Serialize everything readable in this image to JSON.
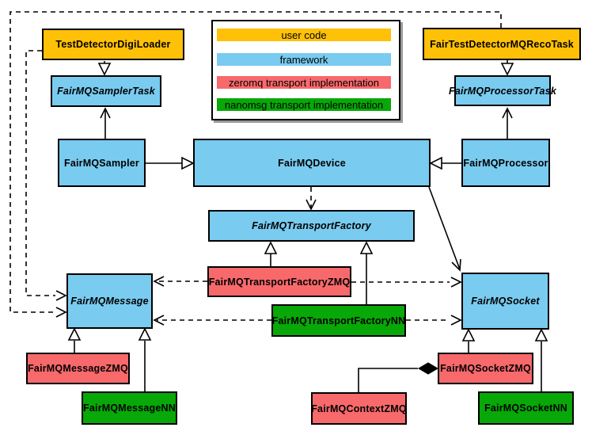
{
  "colors": {
    "user_code": "#FFC107",
    "framework": "#79CBF0",
    "zeromq_impl": "#F8696C",
    "nanomsg_impl": "#07A807",
    "line": "#000000",
    "background": "#FFFFFF"
  },
  "legend": {
    "items": [
      {
        "label": "user code",
        "color": "#FFC107"
      },
      {
        "label": "framework",
        "color": "#79CBF0"
      },
      {
        "label": "zeromq transport implementation",
        "color": "#F8696C"
      },
      {
        "label": "nanomsg transport implementation",
        "color": "#07A807"
      }
    ]
  },
  "nodes": {
    "testDetectorDigiLoader": {
      "label": "TestDetectorDigiLoader",
      "category": "user code",
      "abstract": false
    },
    "fairTestDetectorMQRecoTask": {
      "label": "FairTestDetectorMQRecoTask",
      "category": "user code",
      "abstract": false
    },
    "fairMQSamplerTask": {
      "label": "FairMQSamplerTask",
      "category": "framework",
      "abstract": true
    },
    "fairMQProcessorTask": {
      "label": "FairMQProcessorTask",
      "category": "framework",
      "abstract": true
    },
    "fairMQSampler": {
      "label": "FairMQSampler",
      "category": "framework",
      "abstract": false
    },
    "fairMQDevice": {
      "label": "FairMQDevice",
      "category": "framework",
      "abstract": false
    },
    "fairMQProcessor": {
      "label": "FairMQProcessor",
      "category": "framework",
      "abstract": false
    },
    "fairMQTransportFactory": {
      "label": "FairMQTransportFactory",
      "category": "framework",
      "abstract": true
    },
    "fairMQTransportFactoryZMQ": {
      "label": "FairMQTransportFactoryZMQ",
      "category": "zeromq transport implementation",
      "abstract": false
    },
    "fairMQTransportFactoryNN": {
      "label": "FairMQTransportFactoryNN",
      "category": "nanomsg transport implementation",
      "abstract": false
    },
    "fairMQMessage": {
      "label": "FairMQMessage",
      "category": "framework",
      "abstract": true
    },
    "fairMQSocket": {
      "label": "FairMQSocket",
      "category": "framework",
      "abstract": true
    },
    "fairMQMessageZMQ": {
      "label": "FairMQMessageZMQ",
      "category": "zeromq transport implementation",
      "abstract": false
    },
    "fairMQMessageNN": {
      "label": "FairMQMessageNN",
      "category": "nanomsg transport implementation",
      "abstract": false
    },
    "fairMQSocketZMQ": {
      "label": "FairMQSocketZMQ",
      "category": "zeromq transport implementation",
      "abstract": false
    },
    "fairMQSocketNN": {
      "label": "FairMQSocketNN",
      "category": "nanomsg transport implementation",
      "abstract": false
    },
    "fairMQContextZMQ": {
      "label": "FairMQContextZMQ",
      "category": "zeromq transport implementation",
      "abstract": false
    }
  },
  "edges": [
    {
      "from": "TestDetectorDigiLoader",
      "to": "FairMQSamplerTask",
      "type": "inheritance",
      "line": "solid"
    },
    {
      "from": "FairTestDetectorMQRecoTask",
      "to": "FairMQProcessorTask",
      "type": "inheritance",
      "line": "solid"
    },
    {
      "from": "FairMQSampler",
      "to": "FairMQSamplerTask",
      "type": "association",
      "line": "solid"
    },
    {
      "from": "FairMQProcessor",
      "to": "FairMQProcessorTask",
      "type": "association",
      "line": "solid"
    },
    {
      "from": "FairMQSampler",
      "to": "FairMQDevice",
      "type": "inheritance",
      "line": "solid"
    },
    {
      "from": "FairMQProcessor",
      "to": "FairMQDevice",
      "type": "inheritance",
      "line": "solid"
    },
    {
      "from": "FairMQDevice",
      "to": "FairMQTransportFactory",
      "type": "dependency",
      "line": "dashed"
    },
    {
      "from": "FairMQDevice",
      "to": "FairMQSocket",
      "type": "association",
      "line": "solid"
    },
    {
      "from": "FairMQTransportFactoryZMQ",
      "to": "FairMQTransportFactory",
      "type": "inheritance",
      "line": "solid"
    },
    {
      "from": "FairMQTransportFactoryNN",
      "to": "FairMQTransportFactory",
      "type": "inheritance",
      "line": "solid"
    },
    {
      "from": "FairMQTransportFactoryZMQ",
      "to": "FairMQMessage",
      "type": "dependency",
      "line": "dashed"
    },
    {
      "from": "FairMQTransportFactoryZMQ",
      "to": "FairMQSocket",
      "type": "dependency",
      "line": "dashed"
    },
    {
      "from": "FairMQTransportFactoryNN",
      "to": "FairMQMessage",
      "type": "dependency",
      "line": "dashed"
    },
    {
      "from": "FairMQTransportFactoryNN",
      "to": "FairMQSocket",
      "type": "dependency",
      "line": "dashed"
    },
    {
      "from": "FairTestDetectorMQRecoTask",
      "to": "FairMQMessage",
      "type": "dependency",
      "line": "dashed"
    },
    {
      "from": "TestDetectorDigiLoader",
      "to": "FairMQMessage",
      "type": "dependency",
      "line": "dashed"
    },
    {
      "from": "FairMQMessageZMQ",
      "to": "FairMQMessage",
      "type": "inheritance",
      "line": "solid"
    },
    {
      "from": "FairMQMessageNN",
      "to": "FairMQMessage",
      "type": "inheritance",
      "line": "solid"
    },
    {
      "from": "FairMQSocketZMQ",
      "to": "FairMQSocket",
      "type": "inheritance",
      "line": "solid"
    },
    {
      "from": "FairMQSocketNN",
      "to": "FairMQSocket",
      "type": "inheritance",
      "line": "solid"
    },
    {
      "from": "FairMQSocketZMQ",
      "to": "FairMQContextZMQ",
      "type": "composition",
      "line": "solid"
    }
  ]
}
